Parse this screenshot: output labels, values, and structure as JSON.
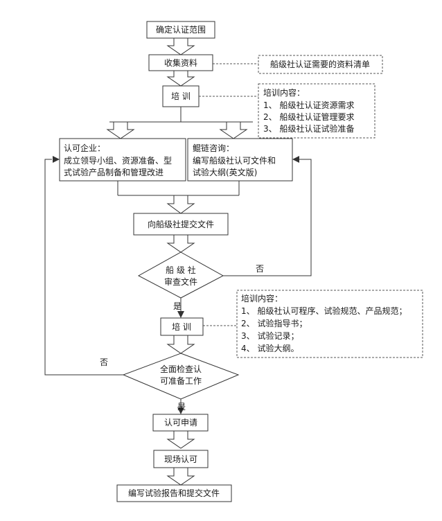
{
  "nodes": {
    "confirm_scope": "确定认证范围",
    "collect": "收集资料",
    "training1": "培 训",
    "enterprise": [
      "认可企业：",
      "成立领导小组、资源准备、型",
      "式试验产品制备和管理改进"
    ],
    "consulting": [
      "鲲链咨询：",
      "编写船级社认可文件和",
      "试验大纲(英文版)"
    ],
    "submit": "向船级社提交文件",
    "review": [
      "船 级 社",
      "审查文件"
    ],
    "training2": "培 训",
    "check": [
      "全面检查认",
      "可准备工作"
    ],
    "apply": "认可申请",
    "onsite": "现场认可",
    "final": "编写试验报告和提交文件"
  },
  "notes": {
    "materials": "船级社认证需要的资料清单",
    "training1_content": [
      "培训内容：",
      "1、 船级社认证资源需求",
      "2、 船级社认证管理要求",
      "3、 船级社认证试验准备"
    ],
    "training2_content": [
      "培训内容：",
      "1、 船级社认可程序、试验规范、产品规范；",
      "2、 试验指导书；",
      "3、 试验记录；",
      "4、 试验大纲。"
    ]
  },
  "labels": {
    "yes1": "是",
    "no1": "否",
    "yes2": "是",
    "no2": "否"
  }
}
